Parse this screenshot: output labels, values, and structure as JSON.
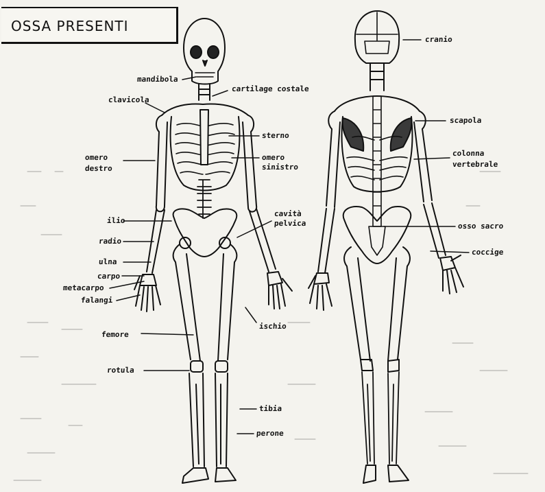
{
  "title": "OSSA PRESENTI",
  "labels": {
    "mandibola": "mandibola",
    "clavicola": "clavicola",
    "cartilage": "cartilage costale",
    "omero_destro_1": "omero",
    "omero_destro_2": "destro",
    "sterno": "sterno",
    "omero_sinistro_1": "omero",
    "omero_sinistro_2": "sinistro",
    "ilio": "ilio",
    "radio": "radio",
    "ulna": "ulna",
    "carpo": "carpo",
    "metacarpo": "metacarpo",
    "falangi": "falangi",
    "cavita_1": "cavità",
    "cavita_2": "pelvica",
    "ischio": "ischio",
    "femore": "femore",
    "rotula": "rotula",
    "tibia": "tibia",
    "perone": "perone",
    "cranio": "cranio",
    "scapola": "scapola",
    "colonna_1": "colonna",
    "colonna_2": "vertebrale",
    "osso_sacro": "osso sacro",
    "coccige": "coccige"
  },
  "colors": {
    "paper": "#f4f3ee",
    "ink": "#111111",
    "shade": "#3a3a3a"
  }
}
